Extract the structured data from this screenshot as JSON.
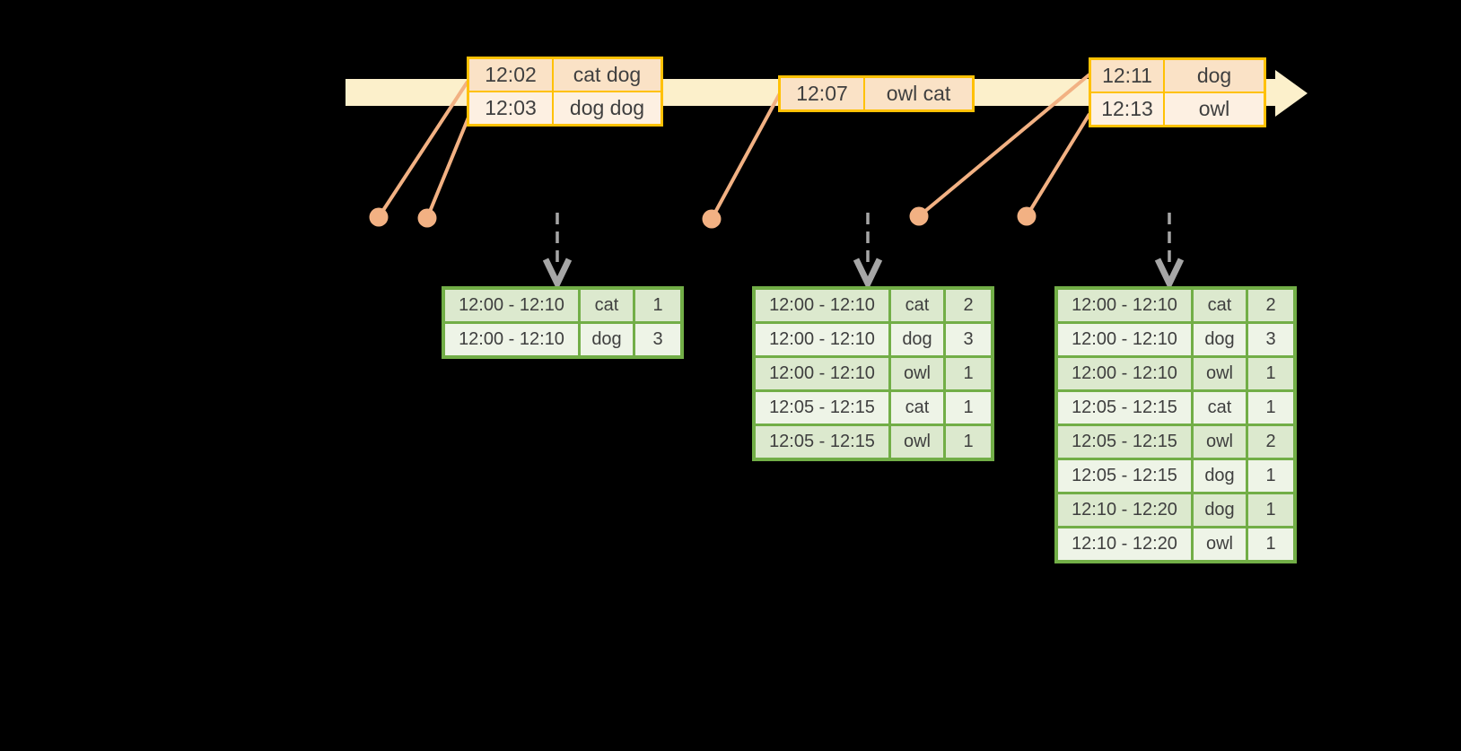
{
  "colors": {
    "background": "#000000",
    "timeline_fill": "#FCF0CB",
    "event_border": "#FFC104",
    "event_row_dark": "#FAE2C6",
    "event_row_light": "#FDF0E2",
    "connector": "#F2B183",
    "trigger_arrow": "#A6A6A6",
    "result_border": "#72AE47",
    "result_row_dark": "#DCE9CE",
    "result_row_light": "#EEF4E7",
    "text": "#3F3F3F"
  },
  "icons": {
    "timeline_arrowhead": "right-pointing-triangle",
    "event_dot": "filled-circle",
    "trigger_arrowhead": "chevron-down"
  },
  "event_tables": [
    {
      "rows": [
        {
          "time": "12:02",
          "words": "cat dog"
        },
        {
          "time": "12:03",
          "words": "dog dog"
        }
      ]
    },
    {
      "rows": [
        {
          "time": "12:07",
          "words": "owl cat"
        }
      ]
    },
    {
      "rows": [
        {
          "time": "12:11",
          "words": "dog"
        },
        {
          "time": "12:13",
          "words": "owl"
        }
      ]
    }
  ],
  "result_tables": [
    {
      "rows": [
        {
          "window": "12:00 - 12:10",
          "word": "cat",
          "count": 1
        },
        {
          "window": "12:00 - 12:10",
          "word": "dog",
          "count": 3
        }
      ]
    },
    {
      "rows": [
        {
          "window": "12:00 - 12:10",
          "word": "cat",
          "count": 2
        },
        {
          "window": "12:00 - 12:10",
          "word": "dog",
          "count": 3
        },
        {
          "window": "12:00 - 12:10",
          "word": "owl",
          "count": 1
        },
        {
          "window": "12:05 - 12:15",
          "word": "cat",
          "count": 1
        },
        {
          "window": "12:05 - 12:15",
          "word": "owl",
          "count": 1
        }
      ]
    },
    {
      "rows": [
        {
          "window": "12:00 - 12:10",
          "word": "cat",
          "count": 2
        },
        {
          "window": "12:00 - 12:10",
          "word": "dog",
          "count": 3
        },
        {
          "window": "12:00 - 12:10",
          "word": "owl",
          "count": 1
        },
        {
          "window": "12:05 - 12:15",
          "word": "cat",
          "count": 1
        },
        {
          "window": "12:05 - 12:15",
          "word": "owl",
          "count": 2
        },
        {
          "window": "12:05 - 12:15",
          "word": "dog",
          "count": 1
        },
        {
          "window": "12:10 - 12:20",
          "word": "dog",
          "count": 1
        },
        {
          "window": "12:10 - 12:20",
          "word": "owl",
          "count": 1
        }
      ]
    }
  ]
}
